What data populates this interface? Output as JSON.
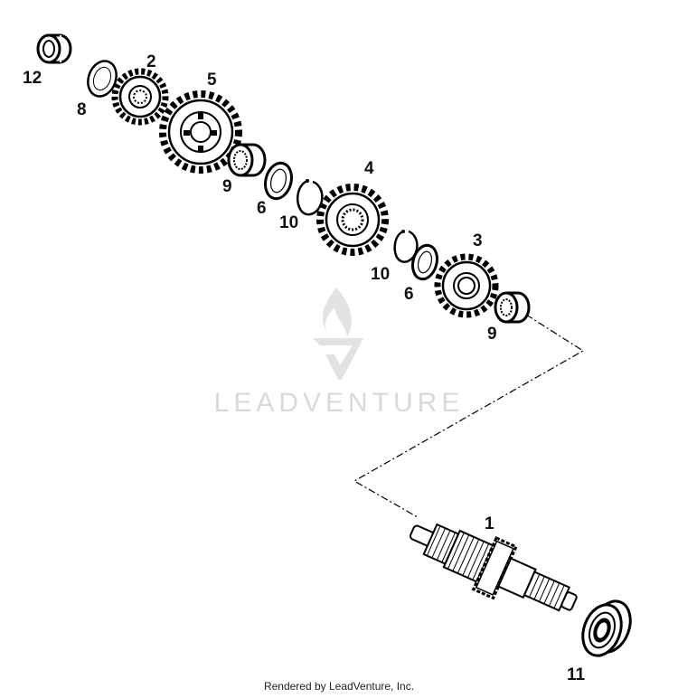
{
  "callouts": {
    "p1": "1",
    "p2": "2",
    "p3": "3",
    "p4": "4",
    "p5": "5",
    "p6a": "6",
    "p6b": "6",
    "p8": "8",
    "p9a": "9",
    "p9b": "9",
    "p10a": "10",
    "p10b": "10",
    "p11": "11",
    "p12": "12"
  },
  "watermark": {
    "text": "LEADVENTURE"
  },
  "footer": {
    "text": "Rendered by LeadVenture, Inc."
  }
}
